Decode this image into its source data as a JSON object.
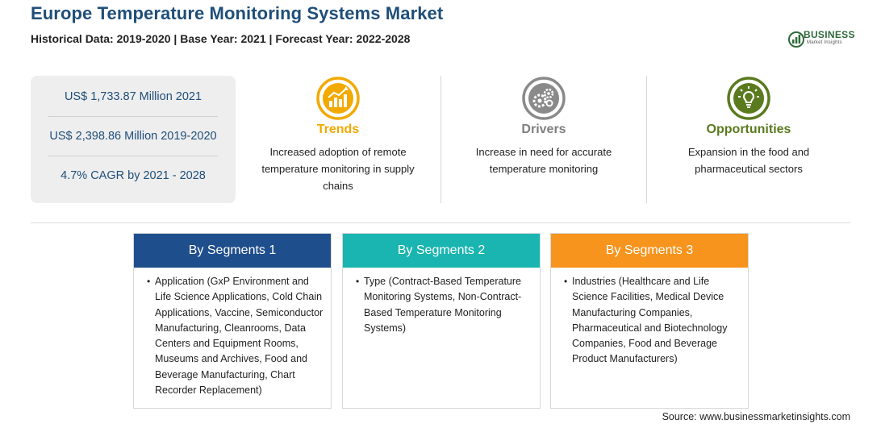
{
  "header": {
    "title": "Europe Temperature Monitoring Systems Market",
    "subtitle": "Historical Data: 2019-2020 | Base Year: 2021 | Forecast Year: 2022-2028"
  },
  "logo": {
    "name": "BUSINESS",
    "tagline": "Market Insights"
  },
  "stats": [
    "US$ 1,733.87 Million 2021",
    "US$ 2,398.86 Million 2019-2020",
    "4.7% CAGR by 2021 - 2028"
  ],
  "features": [
    {
      "title": "Trends",
      "text": "Increased adoption of remote temperature monitoring in supply chains",
      "color": "#f2a900",
      "icon": "chart-trend-icon"
    },
    {
      "title": "Drivers",
      "text": "Increase in need for accurate temperature monitoring",
      "color": "#7f7f7f",
      "icon": "gears-icon"
    },
    {
      "title": "Opportunities",
      "text": "Expansion in the food and pharmaceutical sectors",
      "color": "#5a7a1e",
      "icon": "lightbulb-icon"
    }
  ],
  "segments": [
    {
      "title": "By Segments 1",
      "color": "#1f4e8c",
      "text": "Application (GxP Environment and Life Science Applications, Cold Chain Applications, Vaccine, Semiconductor Manufacturing, Cleanrooms, Data Centers and Equipment Rooms, Museums and Archives, Food and Beverage Manufacturing, Chart Recorder Replacement)"
    },
    {
      "title": "By Segments 2",
      "color": "#1ab5b0",
      "text": "Type (Contract-Based Temperature Monitoring Systems, Non-Contract-Based Temperature Monitoring Systems)"
    },
    {
      "title": "By Segments 3",
      "color": "#f7941d",
      "text": "Industries (Healthcare and Life Science Facilities, Medical Device Manufacturing Companies, Pharmaceutical and Biotechnology Companies, Food and Beverage Product Manufacturers)"
    }
  ],
  "source": "Source: www.businessmarketinsights.com"
}
